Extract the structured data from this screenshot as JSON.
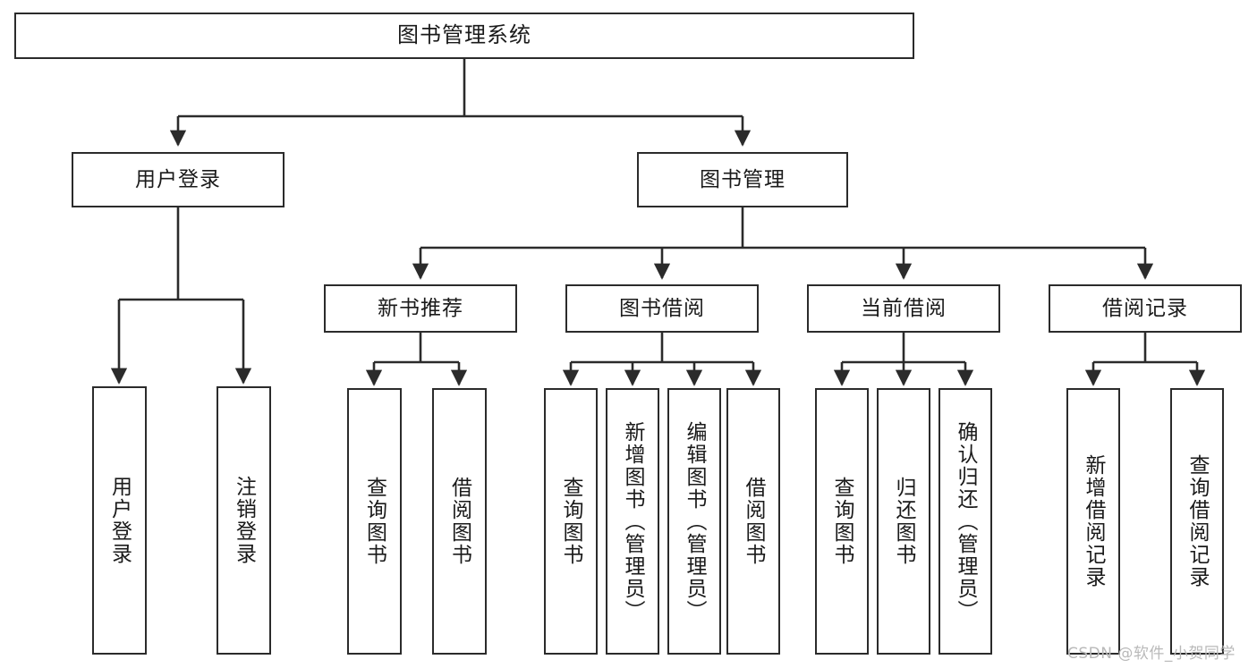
{
  "diagram": {
    "type": "tree",
    "title": "图书管理系统",
    "watermark": "CSDN @软件_小贺同学",
    "colors": {
      "box_border": "#2b2b2b",
      "box_fill": "#ffffff",
      "edge": "#2b2b2b",
      "text": "#1a1a1a",
      "background": "#ffffff",
      "watermark": "#b9b9b9"
    },
    "nodes": {
      "root": {
        "label": "图书管理系统"
      },
      "level2": [
        {
          "id": "user-login",
          "label": "用户登录"
        },
        {
          "id": "book-manage",
          "label": "图书管理"
        }
      ],
      "level3": [
        {
          "id": "new-book-recommend",
          "label": "新书推荐"
        },
        {
          "id": "book-borrow",
          "label": "图书借阅"
        },
        {
          "id": "current-borrow",
          "label": "当前借阅"
        },
        {
          "id": "borrow-record",
          "label": "借阅记录"
        }
      ],
      "leaves": {
        "user-login": [
          {
            "id": "leaf-user-login",
            "label": "用户登录"
          },
          {
            "id": "leaf-user-logout",
            "label": "注销登录"
          }
        ],
        "new-book-recommend": [
          {
            "id": "leaf-query-book-1",
            "label": "查询图书"
          },
          {
            "id": "leaf-borrow-book-1",
            "label": "借阅图书"
          }
        ],
        "book-borrow": [
          {
            "id": "leaf-query-book-2",
            "label": "查询图书"
          },
          {
            "id": "leaf-add-book",
            "label": "新增图书（管理员）"
          },
          {
            "id": "leaf-edit-book",
            "label": "编辑图书（管理员）"
          },
          {
            "id": "leaf-borrow-book-2",
            "label": "借阅图书"
          }
        ],
        "current-borrow": [
          {
            "id": "leaf-query-book-3",
            "label": "查询图书"
          },
          {
            "id": "leaf-return-book",
            "label": "归还图书"
          },
          {
            "id": "leaf-confirm-return",
            "label": "确认归还（管理员）"
          }
        ],
        "borrow-record": [
          {
            "id": "leaf-add-record",
            "label": "新增借阅记录"
          },
          {
            "id": "leaf-query-record",
            "label": "查询借阅记录"
          }
        ]
      }
    }
  }
}
